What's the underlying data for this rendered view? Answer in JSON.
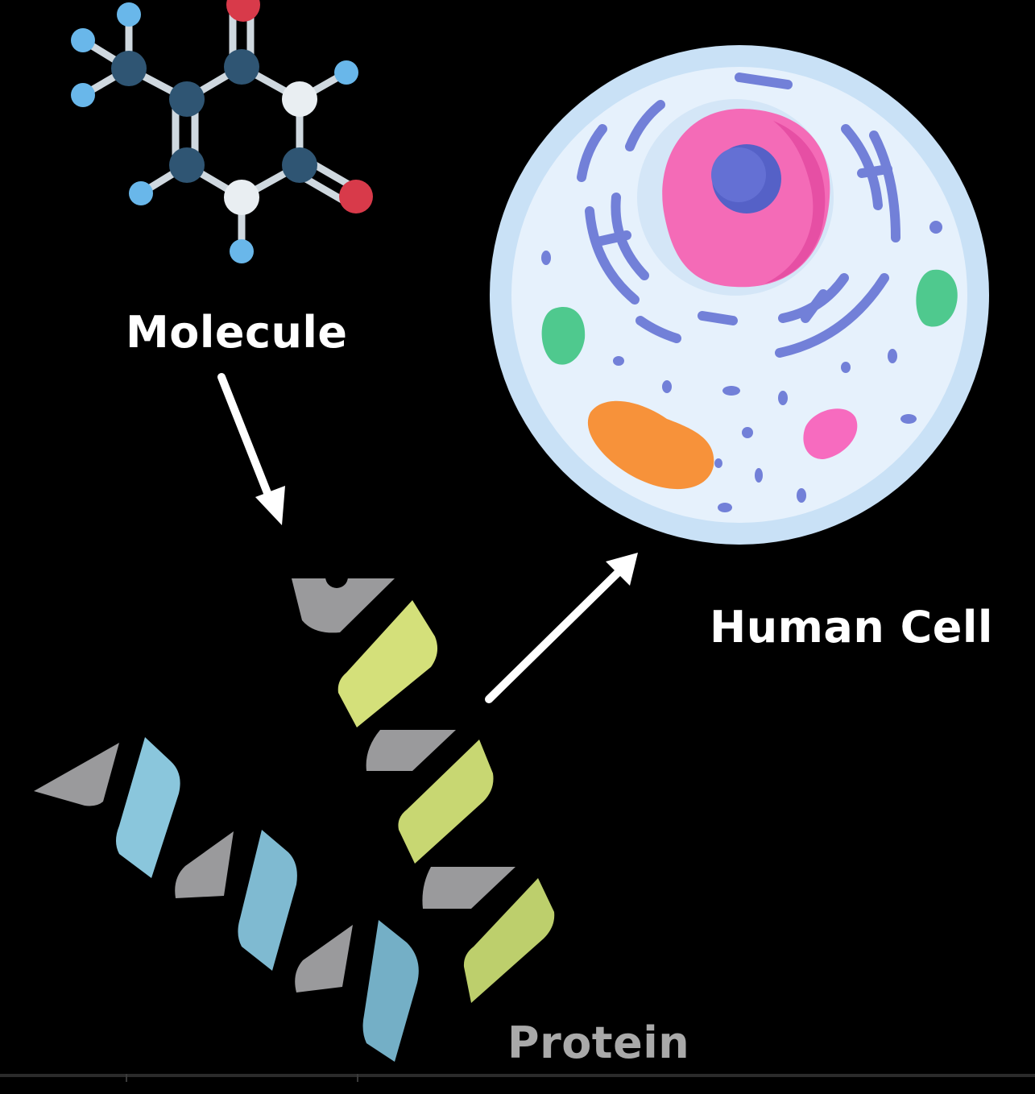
{
  "labels": {
    "molecule": "Molecule",
    "human_cell": "Human Cell",
    "protein": "Protein"
  },
  "colors": {
    "background": "#000000",
    "label_primary": "#ffffff",
    "label_secondary": "#a9a9a9",
    "atom_carbon": "#2f5573",
    "atom_hydrogen": "#69b7ea",
    "atom_oxygen": "#d83a4a",
    "atom_white": "#e9eef2",
    "cell_membrane": "#c9e1f6",
    "cell_cytoplasm": "#e6f1fc",
    "nucleus": "#f46bb7",
    "nucleolus": "#5561c7",
    "organelle_blue": "#7280d8",
    "organelle_green": "#4fc98e",
    "organelle_orange": "#f7923a",
    "organelle_pink": "#f76bbf",
    "helix_blue": "#8ac6dc",
    "helix_green": "#d4e07a",
    "helix_gray": "#9a9a9c"
  },
  "icons": [
    "molecule-icon",
    "human-cell-icon",
    "protein-helix-icon",
    "arrow-molecule-to-protein",
    "arrow-protein-to-cell"
  ]
}
